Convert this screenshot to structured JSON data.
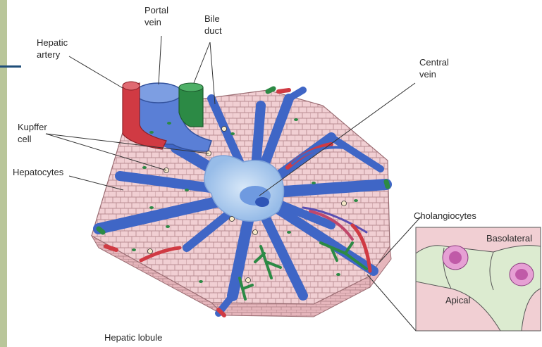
{
  "labels": {
    "portal_vein": [
      "Portal",
      "vein"
    ],
    "bile_duct": [
      "Bile",
      "duct"
    ],
    "hepatic_artery": [
      "Hepatic",
      "artery"
    ],
    "central_vein": [
      "Central",
      "vein"
    ],
    "kupffer_cell": [
      "Kupffer",
      "cell"
    ],
    "hepatocytes": "Hepatocytes",
    "cholangiocytes": "Cholangiocytes",
    "basolateral": "Basolateral",
    "apical": "Apical",
    "hepatic_lobule": "Hepatic lobule"
  },
  "colors": {
    "hepatocyte_pink": "#f1cfd3",
    "cell_border": "#b98d93",
    "sinusoid_blue": "#3f66c6",
    "portal_blue": "#5a7fd6",
    "central_light": "#a9c9ec",
    "artery_red": "#d03a43",
    "bile_green": "#2c8a45",
    "inset_green": "#dcebd0",
    "nucleus_purple": "#c05aa8"
  }
}
